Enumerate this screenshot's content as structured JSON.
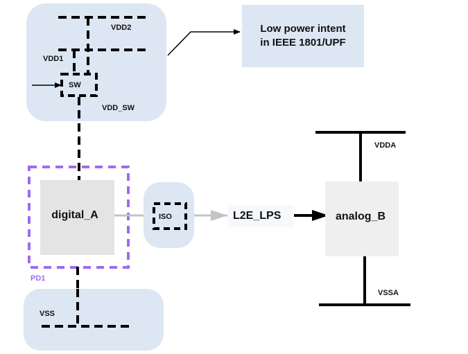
{
  "diagram": {
    "note": {
      "line1": "Low power intent",
      "line2": "in IEEE 1801/UPF"
    },
    "supply_box": {
      "rails": {
        "vdd2": "VDD2",
        "vdd1": "VDD1",
        "vdd_sw": "VDD_SW"
      },
      "switch_label": "SW"
    },
    "power_domain": {
      "label": "PD1",
      "block": "digital_A",
      "border_color": "#9b6cf2"
    },
    "isolation": {
      "label": "ISO"
    },
    "level_shifter": {
      "label": "L2E_LPS"
    },
    "analog": {
      "block": "analog_B",
      "top_rail": "VDDA",
      "bottom_rail": "VSSA"
    },
    "ground_box": {
      "rail": "VSS"
    },
    "colors": {
      "supply_fill": "#dde6f3",
      "block_fill": "#e4e4e4",
      "analog_fill": "#efefef",
      "signal_gray": "#c4c4c4"
    }
  }
}
